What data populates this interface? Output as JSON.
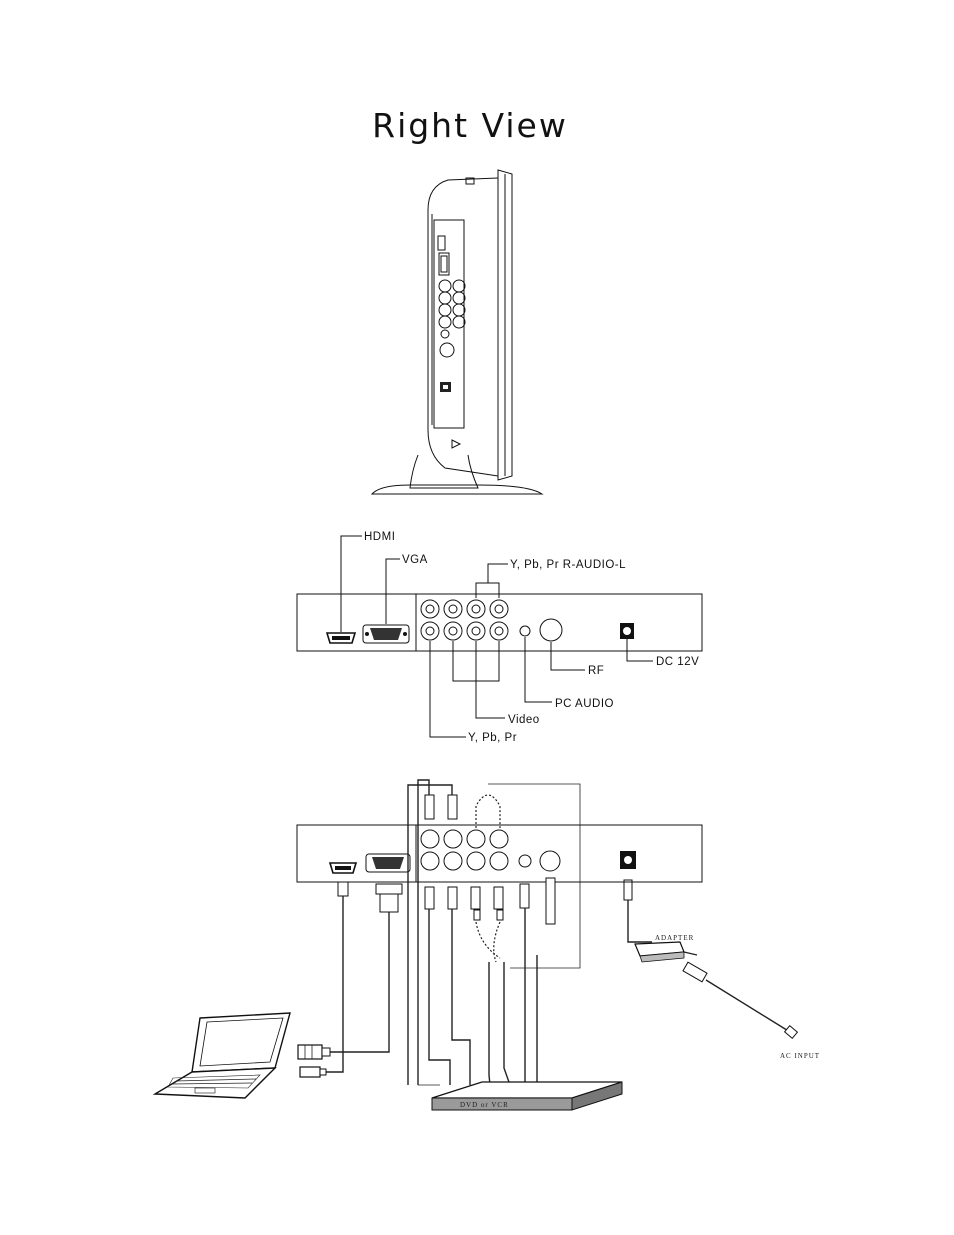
{
  "title": "Right View",
  "labels": {
    "hdmi": "HDMI",
    "vga": "VGA",
    "ypbpr_audio": "Y, Pb, Pr  R-AUDIO-L",
    "rf": "RF",
    "dc12v": "DC 12V",
    "pc_audio": "PC AUDIO",
    "video": "Video",
    "ypbpr": "Y, Pb, Pr",
    "adapter": "ADAPTER",
    "ac_input": "AC INPUT",
    "dvd_vcr": "DVD or VCR"
  },
  "icons": [
    "tv-side-view",
    "hdmi-port-icon",
    "vga-port-icon",
    "rca-jack-icon",
    "rf-connector-icon",
    "dc-power-jack-icon",
    "laptop-icon",
    "dvd-player-icon",
    "power-adapter-icon",
    "plug-icon"
  ]
}
